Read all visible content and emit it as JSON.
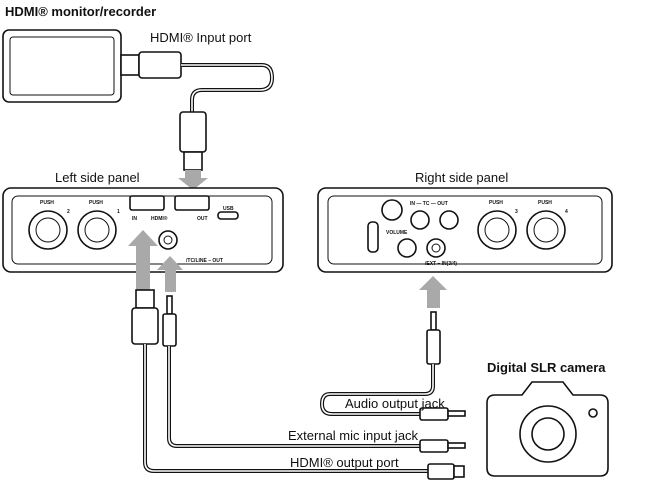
{
  "labels": {
    "monitor": "HDMI® monitor/recorder",
    "hdmi_input_port": "HDMI® Input port",
    "left_panel": "Left side panel",
    "right_panel": "Right side panel",
    "camera": "Digital SLR camera",
    "audio_output_jack": "Audio output jack",
    "ext_mic_input_jack": "External mic input jack",
    "hdmi_output_port": "HDMI® output port"
  },
  "left_panel": {
    "push": "PUSH",
    "ch_a": "2",
    "ch_b": "1",
    "hdmi_in": "IN",
    "hdmi_logo": "HDMI®",
    "hdmi_out": "OUT",
    "usb": "USB",
    "tc_line_out": "/TC/LINE – OUT"
  },
  "right_panel": {
    "push": "PUSH",
    "ch_a": "3",
    "ch_b": "4",
    "tc": "IN — TC — OUT",
    "volume": "VOLUME",
    "ext_in": "/EXT – IN(3/4)"
  }
}
